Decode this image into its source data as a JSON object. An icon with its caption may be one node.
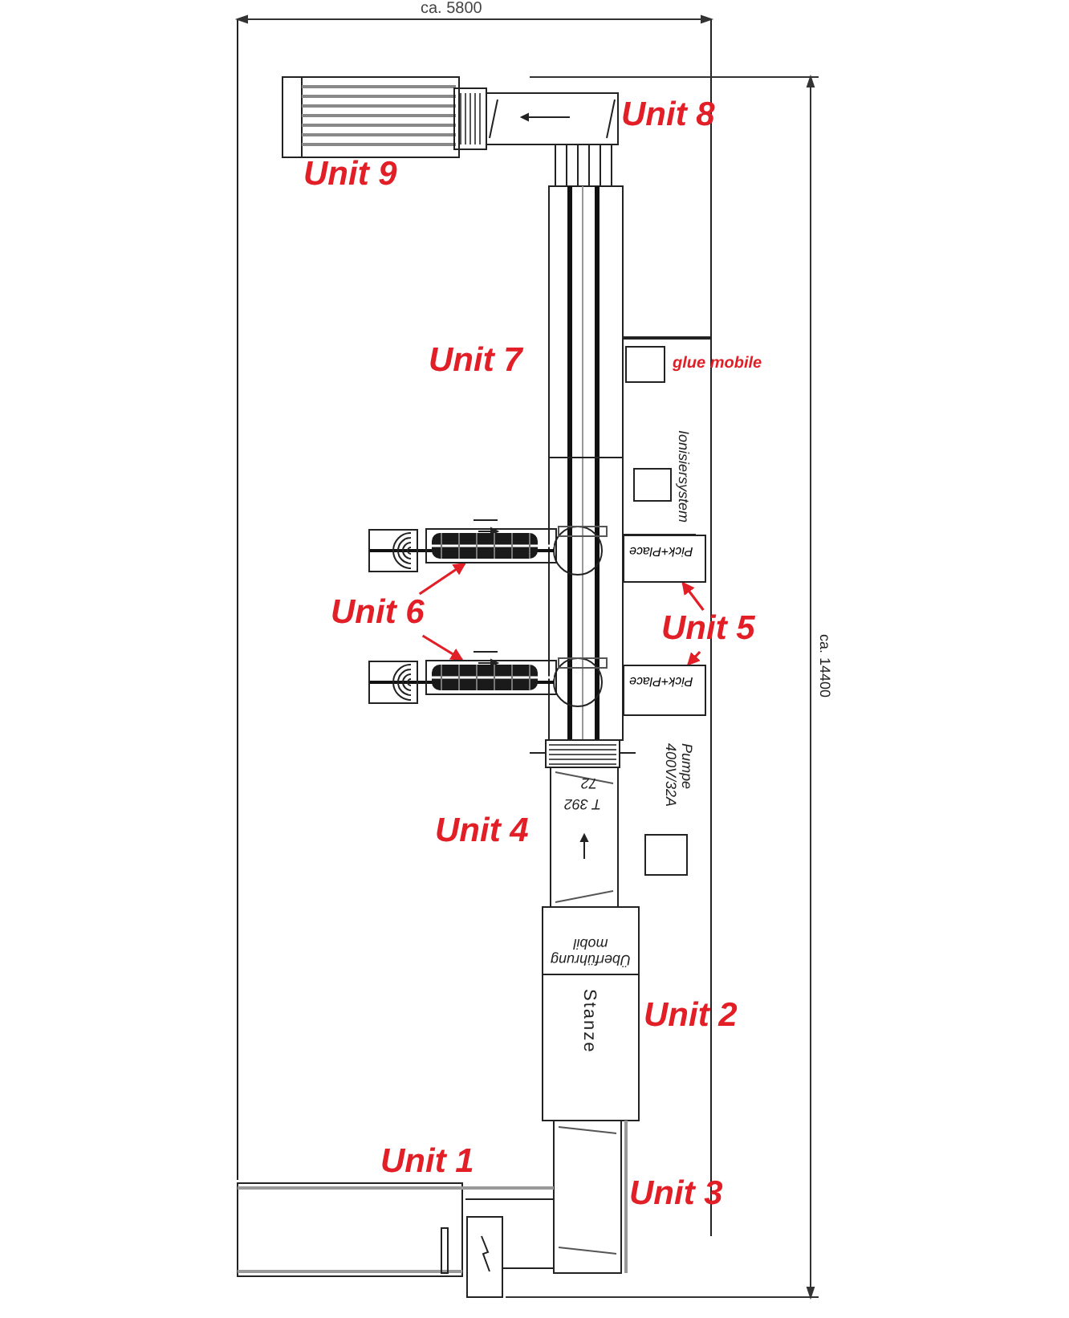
{
  "diagram": {
    "nodes": [
      {
        "text": [],
        "shape": "picture"
      },
      {
        "text": [
          "Pick+Place"
        ]
      },
      {
        "text": [
          "Unit 6"
        ]
      },
      {
        "text": [
          "Unit 5"
        ]
      },
      {
        "text": [],
        "shape": "picture"
      },
      {
        "text": [
          "Pick+Place"
        ]
      }
    ],
    "edges": [
      {
        "from": 2,
        "to": 0,
        "arrow": "to"
      },
      {
        "from": 2,
        "to": 4,
        "arrow": "to"
      },
      {
        "from": 3,
        "to": 1,
        "arrow": "to"
      },
      {
        "from": 3,
        "to": 5,
        "arrow": "to"
      }
    ],
    "labels": [
      "ca. 5800",
      "Unit 8",
      "Unit 9",
      "Unit 7",
      "glue mobile",
      "Ionisiersystem",
      "Pumpe 400V/32A",
      "72",
      "T 392",
      "Unit 4",
      "Überführung mobil",
      "Stanze",
      "Unit 2",
      "Unit 1",
      "Unit 3",
      "ca. 14400"
    ]
  }
}
